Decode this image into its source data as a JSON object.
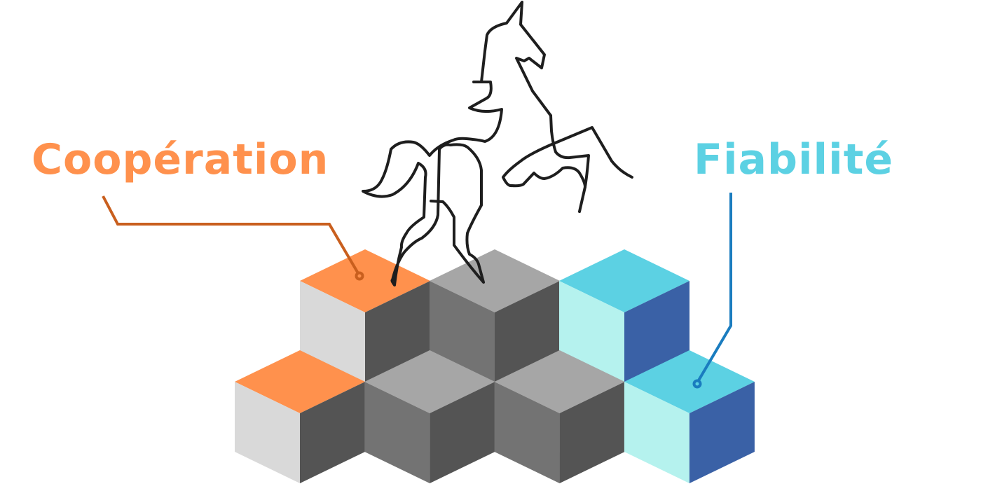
{
  "labels": {
    "left": "Coopération",
    "right": "Fiabilité"
  },
  "colors": {
    "orange_text": "#FF914D",
    "cyan_text": "#5CD1E3",
    "orange_line": "#C95F1E",
    "blue_line": "#1A7CBF",
    "horse_stroke": "#1E1E1E"
  },
  "cube_palettes": {
    "orange": [
      "#FF914D",
      "#D9D9D9",
      "#545454"
    ],
    "gray": [
      "#A6A6A6",
      "#737373",
      "#545454"
    ],
    "cyan": [
      "#5CD1E3",
      "#B5F2EE",
      "#3A61A6"
    ]
  },
  "cubes": {
    "top_row": [
      "orange",
      "gray",
      "cyan"
    ],
    "bottom_row": [
      "orange",
      "gray",
      "gray",
      "cyan"
    ]
  }
}
